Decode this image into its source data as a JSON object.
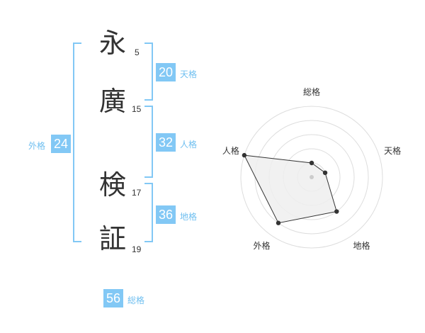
{
  "name_chars": [
    {
      "char": "永",
      "strokes": "5"
    },
    {
      "char": "廣",
      "strokes": "15"
    },
    {
      "char": "検",
      "strokes": "17"
    },
    {
      "char": "証",
      "strokes": "19"
    }
  ],
  "fortunes": {
    "tenkaku": {
      "value": "20",
      "label": "天格"
    },
    "jinkaku": {
      "value": "32",
      "label": "人格"
    },
    "chikaku": {
      "value": "36",
      "label": "地格"
    },
    "gaikaku": {
      "value": "24",
      "label": "外格"
    },
    "soukaku": {
      "value": "56",
      "label": "総格"
    }
  },
  "colors": {
    "accent": "#82c8f5",
    "text": "#333333",
    "grid": "#dddddd",
    "area": "#efefef"
  },
  "chart_data": {
    "type": "radar",
    "axes": [
      "総格",
      "天格",
      "地格",
      "外格",
      "人格"
    ],
    "values": [
      1,
      1,
      3,
      4,
      5
    ],
    "max": 5,
    "rings": 5
  }
}
